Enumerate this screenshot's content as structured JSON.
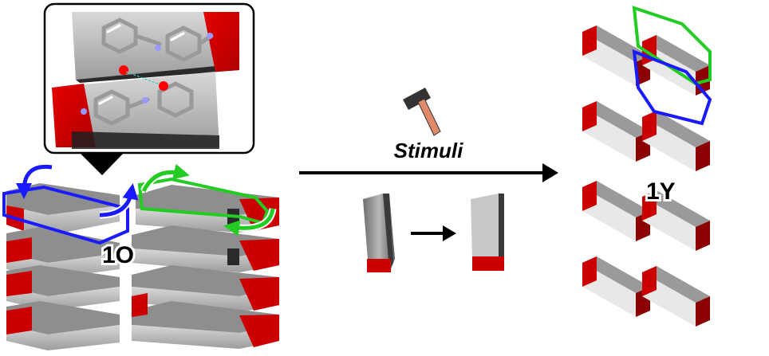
{
  "diagram": {
    "stimuli_label": "Stimuli",
    "left_crystal_label": "1O",
    "right_crystal_label": "1Y",
    "colors": {
      "block_top": "#9a9a9a",
      "block_front": "#bfbfbf",
      "block_dark": "#3a3a3a",
      "end_cap": "#cc0000",
      "end_cap_dark": "#8b0000",
      "arrow": "#000000",
      "highlight_blue": "#1a1aff",
      "highlight_green": "#22cc22"
    },
    "icons": [
      "molecule-inset-icon",
      "hammer-icon",
      "rotation-arrow-icon"
    ]
  }
}
